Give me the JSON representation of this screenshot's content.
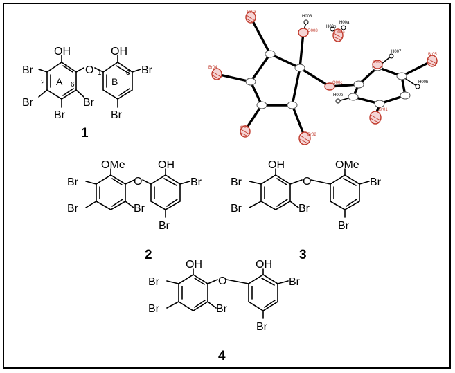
{
  "compound1": {
    "number": "1",
    "ringA": "A",
    "ringB": "B",
    "oh_a": "OH",
    "oh_b": "OH",
    "oxygen": "O",
    "br": "Br",
    "pos_1": "1",
    "pos_2": "2",
    "pos_6": "6",
    "pos_1p": "1'",
    "pos_3p": "3'"
  },
  "compound2": {
    "number": "2",
    "ome": "OMe",
    "oh": "OH",
    "oxygen": "O",
    "br": "Br"
  },
  "compound3": {
    "number": "3",
    "ome": "OMe",
    "oh": "OH",
    "oxygen": "O",
    "br": "Br"
  },
  "compound4": {
    "number": "4",
    "oh_a": "OH",
    "oh_b": "OH",
    "oxygen": "O",
    "br": "Br"
  },
  "ortep": {
    "br03": "Br03",
    "br04": "Br04",
    "br05": "Br05",
    "br06": "Br06",
    "br02": "Br02",
    "br01": "Br01",
    "o008": "O008",
    "o00a": "O00a",
    "o007": "O007",
    "h003": "H003",
    "h00a": "H00a",
    "h00b": "H00b",
    "h007": "H007",
    "h00h": "H00h",
    "h00e": "H00e",
    "o00c": "O00c"
  }
}
